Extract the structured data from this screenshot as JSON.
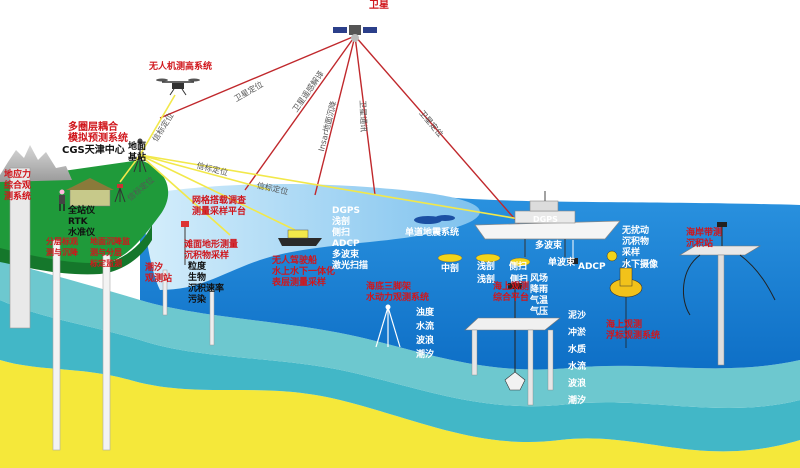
{
  "satellite_label": "卫星",
  "uav_label": "无人机测高系统",
  "cgs_title": [
    "多圈层耦合",
    "模拟预测系统"
  ],
  "cgs_center": "CGS天津中心",
  "ground_station": [
    "地面",
    "基站"
  ],
  "left_column_label": [
    "地应力",
    "综合观",
    "测系统"
  ],
  "land_instruments": [
    "全站仪",
    "RTK",
    "水准仪"
  ],
  "link_labels": {
    "signal_pos_1": "信标定位",
    "signal_pos_2": "信标定位",
    "signal_pos_3": "信标定位",
    "signal_pos_4": "信标定位",
    "sat_pos": "卫星定位",
    "sat_remote": "卫星遥感解译",
    "insar": "Insar地面沉降",
    "sat_comm": "卫星通讯",
    "sat_pos_2": "卫星定位"
  },
  "well_labels": {
    "left": [
      "分层标观",
      "测与沉降"
    ],
    "right": [
      "地面沉降监",
      "测与分层",
      "标定监测"
    ]
  },
  "tide_station": [
    "潮汐",
    "观测站"
  ],
  "tide_items": [
    "粒度",
    "生物",
    "沉积速率",
    "污染"
  ],
  "mesh_platform": [
    "网格搭载调查",
    "测量采样平台"
  ],
  "beach_measure": [
    "滩面地形测量",
    "沉积物采样"
  ],
  "unmanned_boat": [
    "无人驾驶船",
    "水上水下一体化",
    "表层测量采样"
  ],
  "boat_items": [
    "DGPS",
    "浅剖",
    "侧扫",
    "ADCP",
    "多波束",
    "激光扫描"
  ],
  "single_beam": "单道地震系统",
  "ship_labels": [
    "DGPS",
    "多波束",
    "浅剖",
    "侧扫",
    "单波束",
    "ADCP"
  ],
  "sonar_labels": [
    "中剖",
    "浅剖",
    "侧扫"
  ],
  "ship_right": [
    "无扰动",
    "沉积物",
    "采样"
  ],
  "underwater_camera": "水下摄像",
  "coastal_station": [
    "海岸带测",
    "沉积站"
  ],
  "offshore_platform": [
    "海上观测",
    "综合平台"
  ],
  "weather_items": [
    "风场",
    "降雨",
    "气温",
    "气压"
  ],
  "tripod_label": [
    "海底三脚架",
    "水动力观测系统"
  ],
  "tripod_items": [
    "浊度",
    "水流",
    "波浪",
    "潮汐"
  ],
  "platform_items": [
    "泥沙",
    "冲淤",
    "水质",
    "水流",
    "波浪",
    "潮汐"
  ],
  "buoy_label": [
    "海上观测",
    "浮标观测系统"
  ],
  "colors": {
    "sky": "#ffffff",
    "land": "#1f9a3a",
    "sea_deep": "#1a86d9",
    "sea_light": "#9ed1f2",
    "sediment": "#f5e83a",
    "link_red": "#c0282c",
    "link_yellow": "#f2e84a",
    "label_red": "#d0161c"
  }
}
